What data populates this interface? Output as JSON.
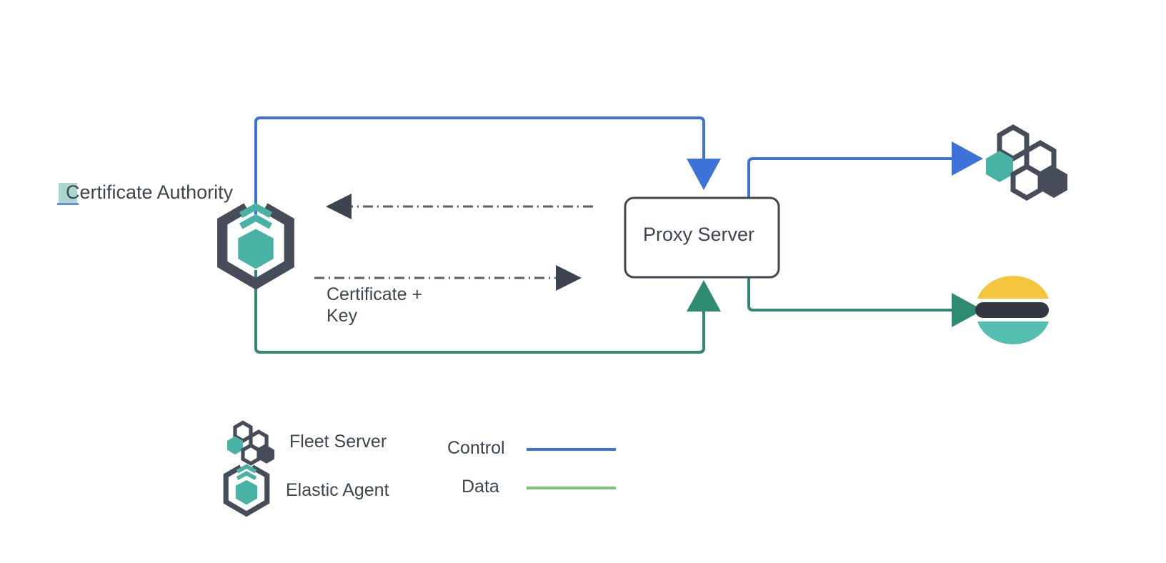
{
  "diagram": {
    "title": "Elastic Agent / Fleet Server proxy certificate flow",
    "nodes": {
      "certificate_authority": {
        "label": "Certificate Authority",
        "icon": "elastic-agent-icon",
        "highlight_color": "#a9d6ce",
        "underline_color": "#6a8fd8"
      },
      "proxy_server": {
        "label": "Proxy Server",
        "border_color": "#404552",
        "fill": "#ffffff"
      },
      "fleet_server": {
        "label": "",
        "icon": "fleet-server-icon"
      },
      "elasticsearch": {
        "label": "",
        "icon": "elasticsearch-icon"
      }
    },
    "edge_labels": {
      "certificate_key": "Certificate +\nKey",
      "certificate_key_line1": "Certificate +",
      "certificate_key_line2": "Key"
    },
    "colors": {
      "control": "#3d72d8",
      "data": "#2e8b72",
      "data_legend": "#7cc576",
      "dashed": "#5a616e",
      "icon_dark": "#464c59",
      "icon_teal": "#48b2a4",
      "text": "#3d4450",
      "es_yellow": "#f4c53d",
      "es_dark": "#343741",
      "es_teal": "#54bfb1"
    }
  },
  "legend": {
    "items": [
      {
        "icon": "fleet-server-icon",
        "label": "Fleet Server"
      },
      {
        "icon": "elastic-agent-icon",
        "label": "Elastic Agent"
      }
    ],
    "lines": [
      {
        "label": "Control",
        "color": "#3d72d8"
      },
      {
        "label": "Data",
        "color": "#7cc576"
      }
    ]
  }
}
